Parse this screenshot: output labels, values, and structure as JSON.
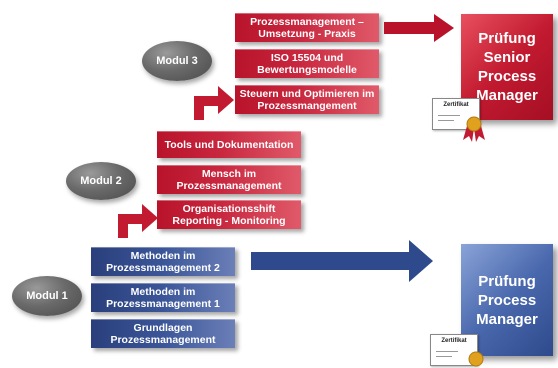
{
  "modules": [
    {
      "id": "m3",
      "label": "Modul 3"
    },
    {
      "id": "m2",
      "label": "Modul 2"
    },
    {
      "id": "m1",
      "label": "Modul 1"
    }
  ],
  "modul3": {
    "box1": "Prozessmanagement – Umsetzung - Praxis",
    "box2": "ISO 15504 und Bewertungsmodelle",
    "box3": "Steuern und Optimieren im Prozessmangement"
  },
  "modul2": {
    "box1": "Tools und Dokumentation",
    "box2": "Mensch im Prozessmanagement",
    "box3": "Organisationsshift Reporting - Monitoring"
  },
  "modul1": {
    "box1": "Methoden im Prozessmanagement 2",
    "box2": "Methoden im Prozessmanagement 1",
    "box3": "Grundlagen Prozessmanagement"
  },
  "exams": {
    "senior": {
      "line1": "Prüfung",
      "line2": "Senior",
      "line3": "Process",
      "line4": "Manager"
    },
    "manager": {
      "line1": "Prüfung",
      "line2": "Process",
      "line3": "Manager"
    }
  },
  "certificate": {
    "label": "Zertifikat"
  },
  "colors": {
    "red": "#c21a30",
    "blue": "#3b5698",
    "gray": "#6a6a6a"
  }
}
